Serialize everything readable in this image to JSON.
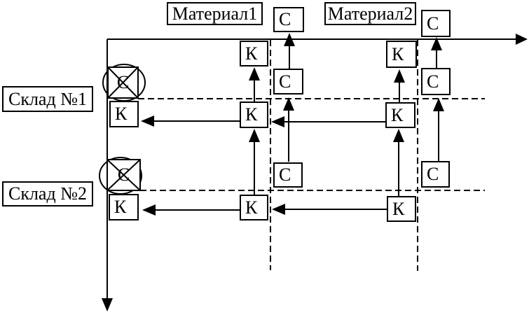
{
  "colors": {
    "background": "#ffffff",
    "line": "#000000"
  },
  "diagram": {
    "column_headers": [
      {
        "label": "Материал1"
      },
      {
        "label": "Материал2"
      }
    ],
    "row_headers": [
      {
        "label": "Склад №1"
      },
      {
        "label": "Склад №2"
      }
    ],
    "letters": {
      "k": "К",
      "c": "С"
    }
  }
}
